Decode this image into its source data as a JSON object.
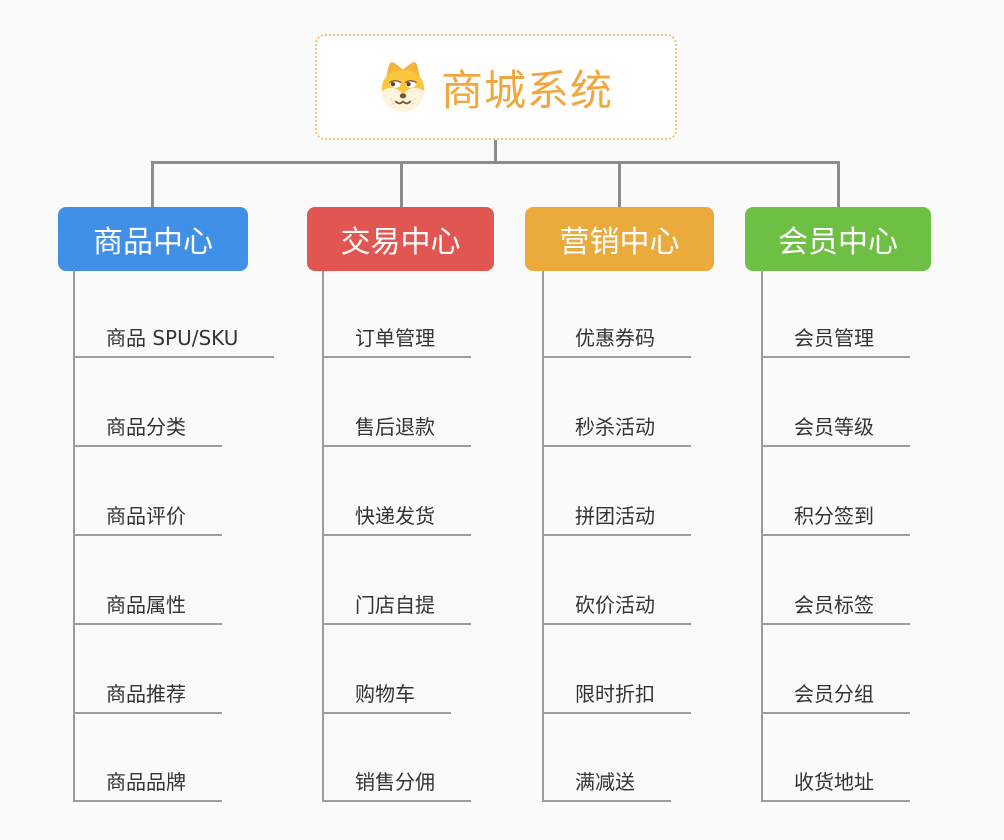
{
  "page": {
    "background_color": "#fafafa",
    "connector_color": "#8c8c8c",
    "stem_color": "#9c9c9c"
  },
  "root": {
    "title": "商城系统",
    "icon": "doge-icon",
    "text_color": "#f0a73e",
    "border_color": "#f5c273"
  },
  "branches": [
    {
      "label": "商品中心",
      "color": "#4190e8",
      "items": [
        "商品 SPU/SKU",
        "商品分类",
        "商品评价",
        "商品属性",
        "商品推荐",
        "商品品牌"
      ]
    },
    {
      "label": "交易中心",
      "color": "#e25651",
      "items": [
        "订单管理",
        "售后退款",
        "快递发货",
        "门店自提",
        "购物车",
        "销售分佣"
      ]
    },
    {
      "label": "营销中心",
      "color": "#ebaa3c",
      "items": [
        "优惠券码",
        "秒杀活动",
        "拼团活动",
        "砍价活动",
        "限时折扣",
        "满减送"
      ]
    },
    {
      "label": "会员中心",
      "color": "#6ec044",
      "items": [
        "会员管理",
        "会员等级",
        "积分签到",
        "会员标签",
        "会员分组",
        "收货地址"
      ]
    }
  ]
}
